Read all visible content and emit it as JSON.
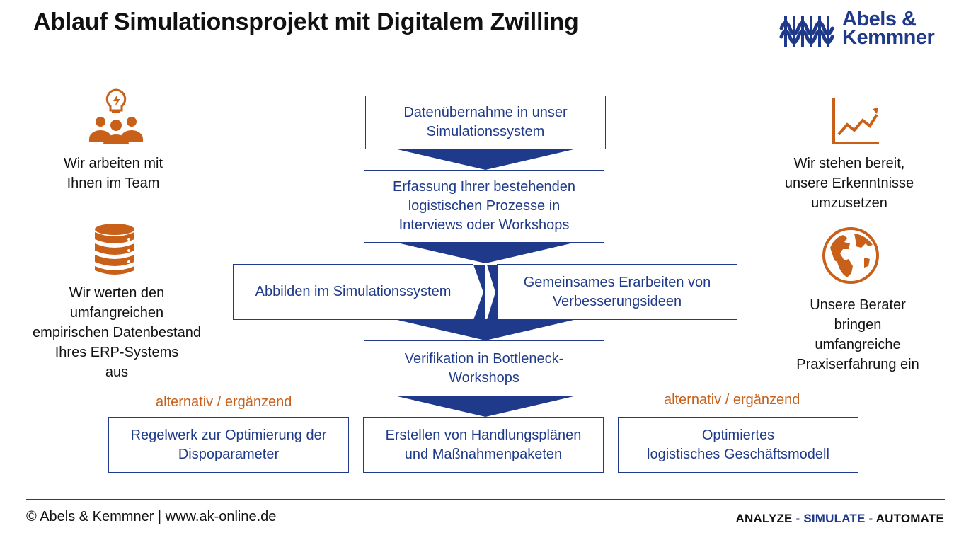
{
  "title": "Ablauf Simulationsprojekt mit Digitalem Zwilling",
  "logo": {
    "line1": "Abels &",
    "line2": "Kemmner"
  },
  "colors": {
    "accent_blue": "#1f3a8a",
    "accent_orange": "#c8601a"
  },
  "left_panel": {
    "team": {
      "icon": "team-lightbulb-icon",
      "text_line1": "Wir arbeiten mit",
      "text_line2": "Ihnen im Team"
    },
    "data": {
      "icon": "database-icon",
      "line1": "Wir werten den",
      "line2": "umfangreichen",
      "line3": "empirischen Datenbestand",
      "line4": "Ihres ERP-Systems",
      "line5": "aus"
    }
  },
  "right_panel": {
    "ready": {
      "icon": "trend-chart-icon",
      "line1": "Wir stehen bereit,",
      "line2": "unsere Erkenntnisse",
      "line3": "umzusetzen"
    },
    "consultants": {
      "icon": "globe-icon",
      "line1": "Unsere Berater",
      "line2": "bringen",
      "line3": "umfangreiche",
      "line4": "Praxiserfahrung ein"
    }
  },
  "flow": {
    "step1": {
      "line1": "Datenübernahme in unser",
      "line2": "Simulationssystem"
    },
    "step2": {
      "line1": "Erfassung Ihrer bestehenden",
      "line2": "logistischen Prozesse in",
      "line3": "Interviews oder Workshops"
    },
    "step3a": {
      "line1": "Abbilden im Simulationssystem"
    },
    "step3b": {
      "line1": "Gemeinsames Erarbeiten von",
      "line2": "Verbesserungsideen"
    },
    "step4": {
      "line1": "Verifikation in Bottleneck-",
      "line2": "Workshops"
    },
    "step5_left": {
      "line1": "Regelwerk zur Optimierung der",
      "line2": "Dispoparameter"
    },
    "step5_center": {
      "line1": "Erstellen von Handlungsplänen",
      "line2": "und Maßnahmenpaketen"
    },
    "step5_right": {
      "line1": "Optimiertes",
      "line2": "logistisches Geschäftsmodell"
    },
    "alt_left": "alternativ / ergänzend",
    "alt_right": "alternativ / ergänzend"
  },
  "footer": {
    "copyright": "© Abels & Kemmner | www.ak-online.de",
    "tagline_1": "ANALYZE",
    "tagline_sep1": " - ",
    "tagline_2": "SIMULATE",
    "tagline_sep2": " - ",
    "tagline_3": "AUTOMATE"
  }
}
